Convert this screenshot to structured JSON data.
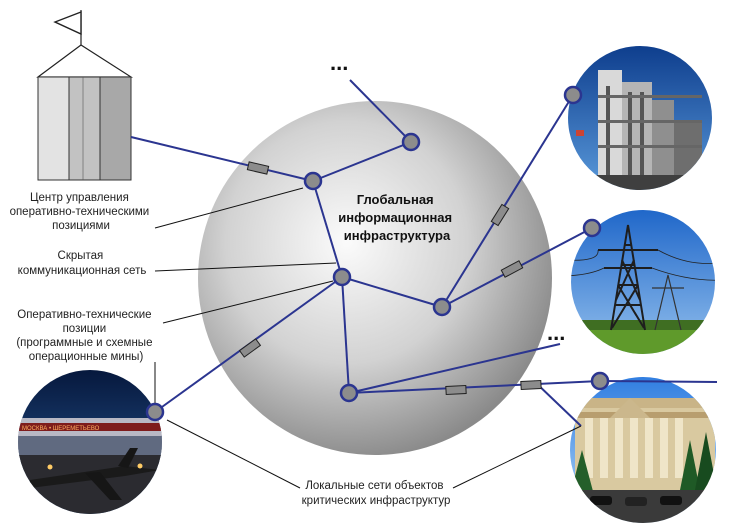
{
  "diagram": {
    "center_title": [
      "Глобальная",
      "информационная",
      "инфраструктура"
    ],
    "labels": {
      "control_center": [
        "Центр управления",
        "оперативно-техническими",
        "позициями"
      ],
      "hidden_network": [
        "Скрытая",
        "коммуникационная сеть"
      ],
      "positions": [
        "Оперативно-технические",
        "позиции",
        "(программные и схемные",
        "операционные мины)"
      ],
      "local_networks": [
        "Локальные сети объектов",
        "критических инфраструктур"
      ]
    },
    "ellipsis": "...",
    "airport_sign": "МОСКВА • ШЕРЕМЕТЬЕВО",
    "colors": {
      "link": "#2b3590",
      "node_fill": "#8c8c8c",
      "node_stroke": "#2b3590",
      "sphere": "#c4c4c4",
      "leader": "#111111"
    },
    "icons": [
      "control-center-building-icon",
      "flag-icon",
      "power-plant-photo",
      "power-pylon-photo",
      "airport-photo",
      "central-bank-photo"
    ]
  }
}
